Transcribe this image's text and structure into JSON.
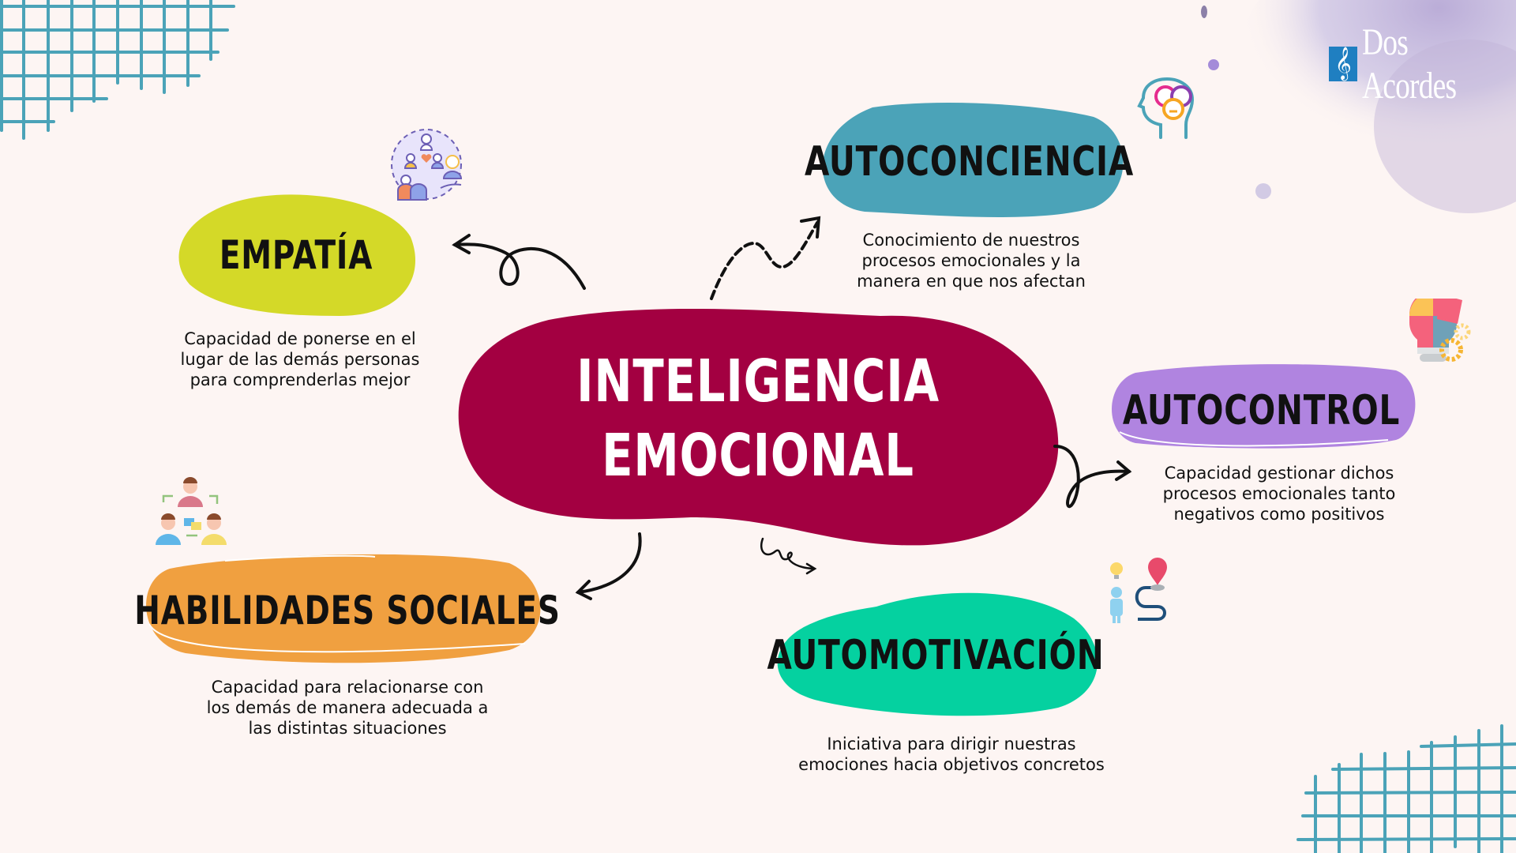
{
  "logo": {
    "brand": "Dos Acordes",
    "icon": "treble-clef-icon"
  },
  "center": {
    "line1": "INTELIGENCIA",
    "line2": "EMOCIONAL",
    "color": "#a30041"
  },
  "nodes": {
    "empatia": {
      "title": "EMPATÍA",
      "color": "#d4d928",
      "description": "Capacidad de ponerse en el\nlugar de las demás personas\npara comprenderlas mejor",
      "icon": "community-care-icon"
    },
    "autoconciencia": {
      "title": "AUTOCONCIENCIA",
      "color": "#4ba3b8",
      "description": "Conocimiento de nuestros\nprocesos emocionales y la\nmanera en que nos afectan",
      "icon": "head-emotions-icon"
    },
    "autocontrol": {
      "title": "AUTOCONTROL",
      "color": "#b084e0",
      "description": "Capacidad gestionar dichos\nprocesos emocionales tanto\nnegativos como positivos",
      "icon": "lightbulb-puzzle-icon"
    },
    "automotivacion": {
      "title": "AUTOMOTIVACIÓN",
      "color": "#05d1a0",
      "description": "Iniciativa para dirigir nuestras\nemociones hacia objetivos concretos",
      "icon": "person-path-goal-icon"
    },
    "habilidades": {
      "title": "HABILIDADES SOCIALES",
      "color": "#f0a040",
      "description": "Capacidad para relacionarse con\nlos demás de manera adecuada a\nlas distintas situaciones",
      "icon": "people-communication-icon"
    }
  },
  "decor": {
    "grid_color": "#4ba3b8",
    "background": "#fdf5f3"
  }
}
